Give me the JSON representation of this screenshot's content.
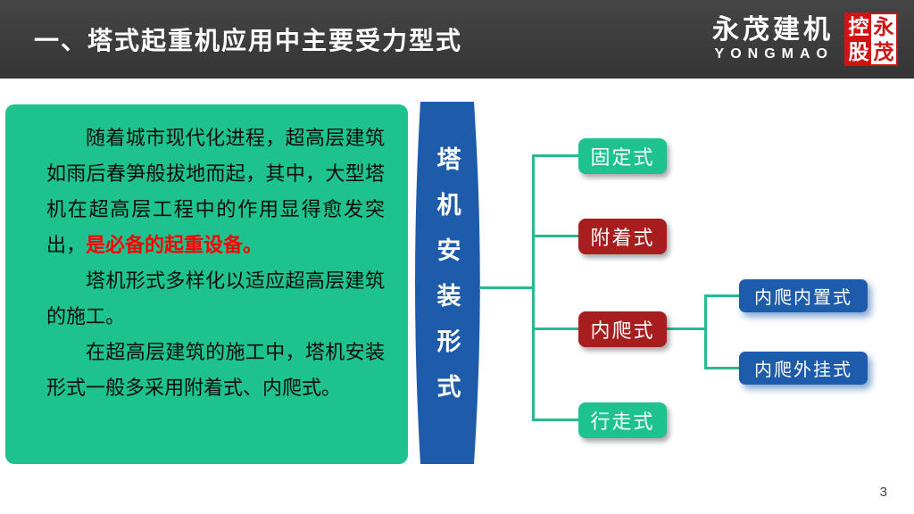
{
  "header": {
    "title": "一、塔式起重机应用中主要受力型式",
    "logo": {
      "name": "永茂建机",
      "sub": "YONGMAO",
      "seal": [
        "控",
        "永",
        "股",
        "茂"
      ]
    }
  },
  "panel": {
    "paragraph1": "随着城市现代化进程，超高层建筑如雨后春笋般拔地而起，其中，大型塔机在超高层工程中的作用显得愈发突出，",
    "paragraph1_emphasis": "是必备的起重设备。",
    "paragraph2": "塔机形式多样化以适应超高层建筑的施工。",
    "paragraph3": "在超高层建筑的施工中，塔机安装形式一般多采用附着式、内爬式。"
  },
  "diagram": {
    "root_label": "塔机安装形式",
    "nodes": [
      {
        "label": "固定式",
        "color": "#1ec28e"
      },
      {
        "label": "附着式",
        "color": "#a81e1e"
      },
      {
        "label": "内爬式",
        "color": "#a81e1e"
      },
      {
        "label": "行走式",
        "color": "#1ec28e"
      }
    ],
    "subnodes": [
      {
        "label": "内爬内置式",
        "color": "#1e5cab"
      },
      {
        "label": "内爬外挂式",
        "color": "#1e5cab"
      }
    ],
    "colors": {
      "banner_blue": "#1e5cab",
      "connector_green": "#29b991",
      "panel_green": "#1ec28e",
      "node_red": "#a81e1e",
      "seal_red": "#d01414"
    }
  },
  "footer": {
    "page_number": "3"
  }
}
